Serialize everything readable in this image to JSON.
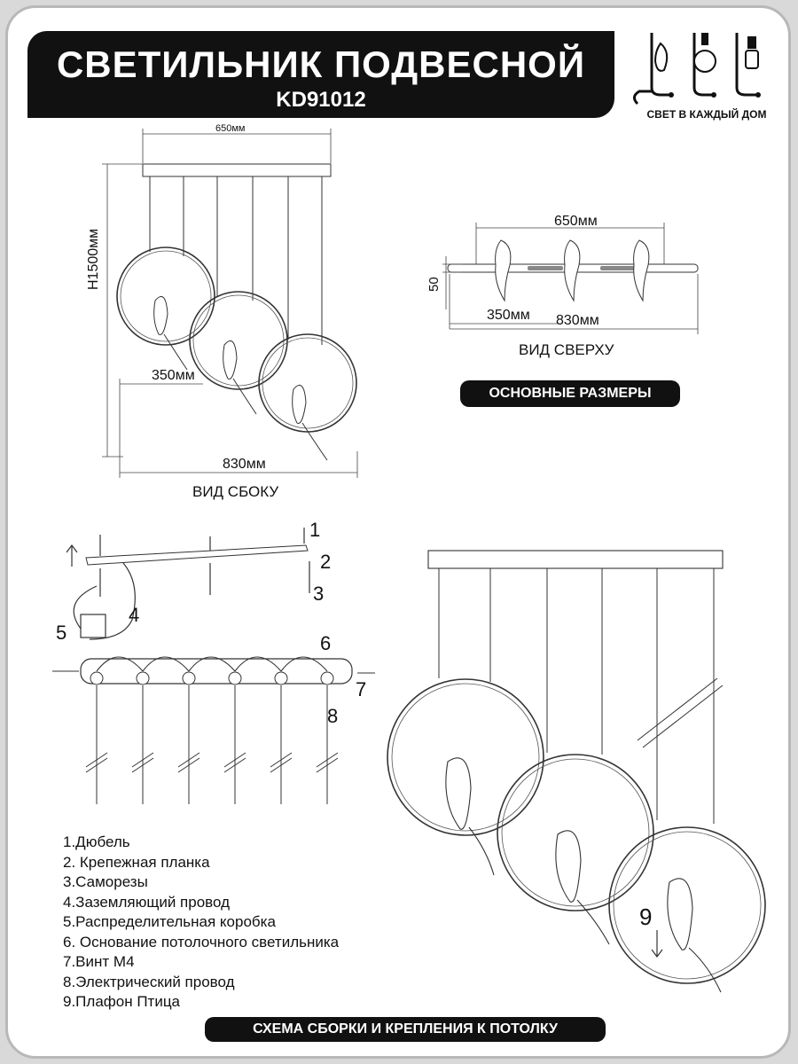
{
  "header": {
    "title": "СВЕТИЛЬНИК  ПОДВЕСНОЙ",
    "model": "KD91012"
  },
  "logo": {
    "tagline": "СВЕТ В КАЖДЫЙ ДОМ",
    "icon": "lamp-bulb-logo-icon"
  },
  "side_view": {
    "width_top": "650мм",
    "height": "H1500мм",
    "inner": "350мм",
    "width_total": "830мм",
    "caption": "ВИД СБОКУ"
  },
  "top_view": {
    "width_top": "650мм",
    "depth": "50",
    "inner": "350мм",
    "width_total": "830мм",
    "caption": "ВИД СВЕРХУ"
  },
  "main_dims_label": "ОСНОВНЫЕ РАЗМЕРЫ",
  "callouts": {
    "n1": "1",
    "n2": "2",
    "n3": "3",
    "n4": "4",
    "n5": "5",
    "n6": "6",
    "n7": "7",
    "n8": "8",
    "n9": "9"
  },
  "legend": [
    "1.Дюбель",
    "2. Крепежная планка",
    "3.Саморезы",
    "4.Заземляющий провод",
    "5.Распределительная коробка",
    "6. Основание потолочного светильника",
    "7.Винт М4",
    "8.Электрический провод",
    "9.Плафон Птица"
  ],
  "assembly_label": "СХЕМА СБОРКИ И КРЕПЛЕНИЯ К ПОТОЛКУ"
}
